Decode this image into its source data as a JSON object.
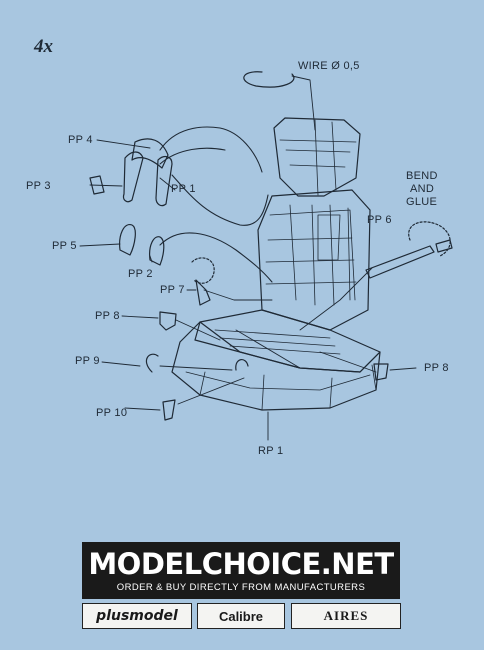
{
  "quantity": "4x",
  "labels": {
    "wire": "WIRE Ø 0,5",
    "pp4": "PP 4",
    "pp3": "PP 3",
    "pp1": "PP 1",
    "pp5": "PP 5",
    "pp2": "PP 2",
    "pp7": "PP 7",
    "pp6": "PP 6",
    "bend": "BEND",
    "and": "AND",
    "glue": "GLUE",
    "pp8_left": "PP 8",
    "pp8_right": "PP 8",
    "pp9": "PP 9",
    "pp10": "PP 10",
    "rp1": "RP 1"
  },
  "banner": {
    "brand": "MODELCHOICE.NET",
    "tagline": "ORDER & BUY DIRECTLY FROM MANUFACTURERS"
  },
  "logos": {
    "plus": "plusmodel",
    "calibre": "Calibre",
    "aires": "AIRES"
  }
}
